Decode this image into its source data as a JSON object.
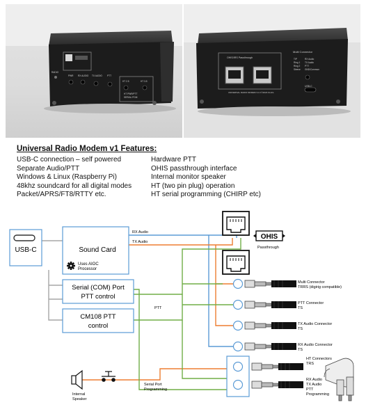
{
  "photos": {
    "front_panel_labels": [
      "RADIO",
      "PWR",
      "RX AUDIO",
      "TX AUDIO",
      "PTT",
      "HT 2.5",
      "HT 3.5",
      "HT PWR/PTT",
      "SERIAL PGM"
    ],
    "rear_panel": {
      "passthrough_label": "OHIS/IRS Passthrough",
      "multi_connector_title": "Multi Connector",
      "multi_connector_pins": [
        "TIP",
        "Ring 1",
        "Ring 2",
        "Sleeve"
      ],
      "multi_connector_signals": [
        "RX Audio",
        "TX Audio",
        "PTT",
        "GND/Common"
      ],
      "usb_label": "USB-C",
      "footer": "UNIVERSAL RADIO MODEM V1.0 ©2023 KL1FL"
    }
  },
  "features": {
    "title": "Universal Radio Modem v1 Features:",
    "left": [
      "USB-C connection – self powered",
      "Separate Audio/PTT",
      "Windows & Linux (Raspberry Pi)",
      "48khz soundcard for all digital modes",
      "Packet/APRS/FT8/RTTY etc."
    ],
    "right": [
      "Hardware PTT",
      "OHIS passthrough interface",
      "Internal monitor speaker",
      "HT (two pin plug) operation",
      "HT serial programming (CHIRP etc)"
    ]
  },
  "diagram": {
    "usb_label": "USB-C",
    "sound_card_label": "Sound Card",
    "aioc_label_1": "Uses AIOC",
    "aioc_label_2": "Processor",
    "serial_label_1": "Serial (COM) Port",
    "serial_label_2": "PTT control",
    "cm108_label_1": "CM108 PTT",
    "cm108_label_2": "control",
    "rx_audio": "RX Audio",
    "tx_audio": "TX Audio",
    "ohis_logo": "OHIS",
    "passthrough": "Passthrough",
    "ptt": "PTT",
    "multi_connector_1": "Multi Connector",
    "multi_connector_2": "TRRS (digirig compatible)",
    "ptt_connector_1": "PTT Connector",
    "ptt_connector_2": "TS",
    "tx_connector_1": "TX Audio Connector",
    "tx_connector_2": "TS",
    "rx_connector_1": "RX Audio Connector",
    "rx_connector_2": "TS",
    "ht_connectors_1": "HT Connectors",
    "ht_connectors_2": "TRS",
    "ht_fn": [
      "RX Audio",
      "TX Audio",
      "PTT",
      "Programming"
    ],
    "speaker_1": "Internal",
    "speaker_2": "Speaker",
    "serial_prog_1": "Serial Port",
    "serial_prog_2": "Programming"
  },
  "colors": {
    "blue": "#5b9bd5",
    "orange": "#ed7d31",
    "green": "#70ad47",
    "gray": "#a5a5a5",
    "box_border": "#5b9bd5"
  }
}
